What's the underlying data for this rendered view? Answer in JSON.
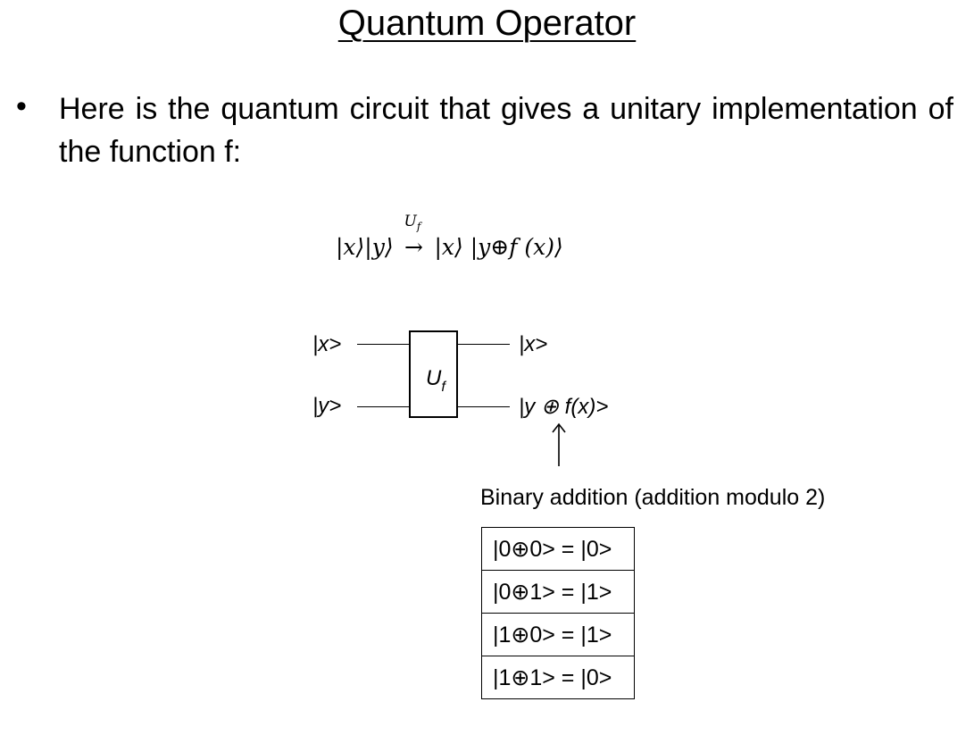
{
  "title": "Quantum Operator",
  "bullet_char": "•",
  "paragraph": "Here is the quantum circuit that gives a unitary implementation of the function f:",
  "equation": {
    "lhs": "|x⟩|y⟩",
    "operator": "U",
    "operator_sub": "f",
    "arrow": "→",
    "rhs": "|x⟩ |y⊕f (x)⟩"
  },
  "circuit": {
    "input_top": "|x>",
    "input_bottom": "|y>",
    "gate_label": "U",
    "gate_sub": "f",
    "output_top": "|x>",
    "output_bottom": "|y ⊕ f(x)>"
  },
  "caption": "Binary addition (addition modulo 2)",
  "truth_table": [
    "|0⊕0> = |0>",
    "|0⊕1> = |1>",
    "|1⊕0> = |1>",
    "|1⊕1> = |0>"
  ]
}
